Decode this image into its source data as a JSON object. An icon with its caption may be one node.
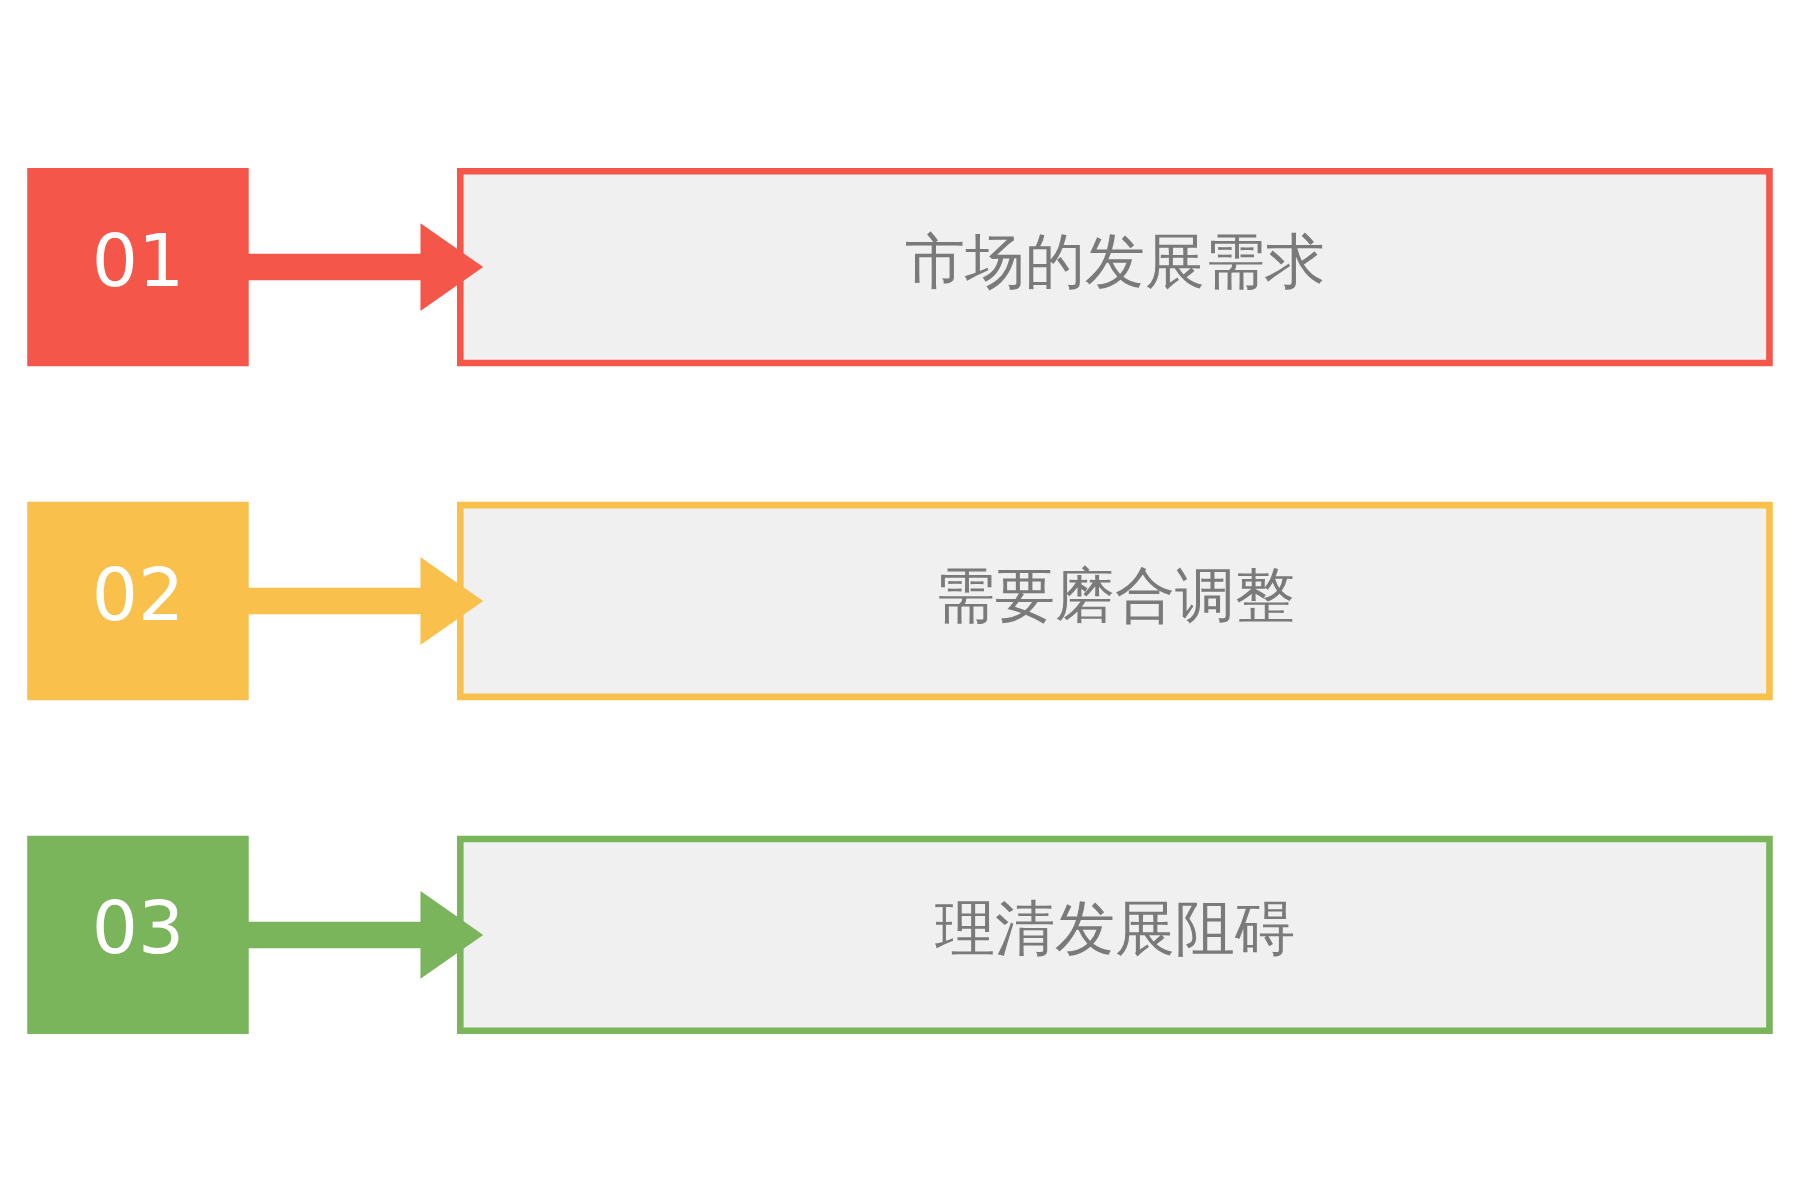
{
  "diagram": {
    "nodes": [
      {
        "text": [
          "01"
        ]
      },
      {
        "text": [
          "市场的发展需求"
        ]
      },
      {
        "text": [
          "02"
        ]
      },
      {
        "text": [
          "需要磨合调整"
        ]
      },
      {
        "text": [
          "03"
        ]
      },
      {
        "text": [
          "理清发展阻碍"
        ]
      }
    ],
    "edges": [
      {
        "from": 0,
        "to": 1,
        "arrow": "to",
        "color": "#f5564a"
      },
      {
        "from": 2,
        "to": 3,
        "arrow": "to",
        "color": "#f9c04b"
      },
      {
        "from": 4,
        "to": 5,
        "arrow": "to",
        "color": "#7ab55c"
      }
    ]
  }
}
